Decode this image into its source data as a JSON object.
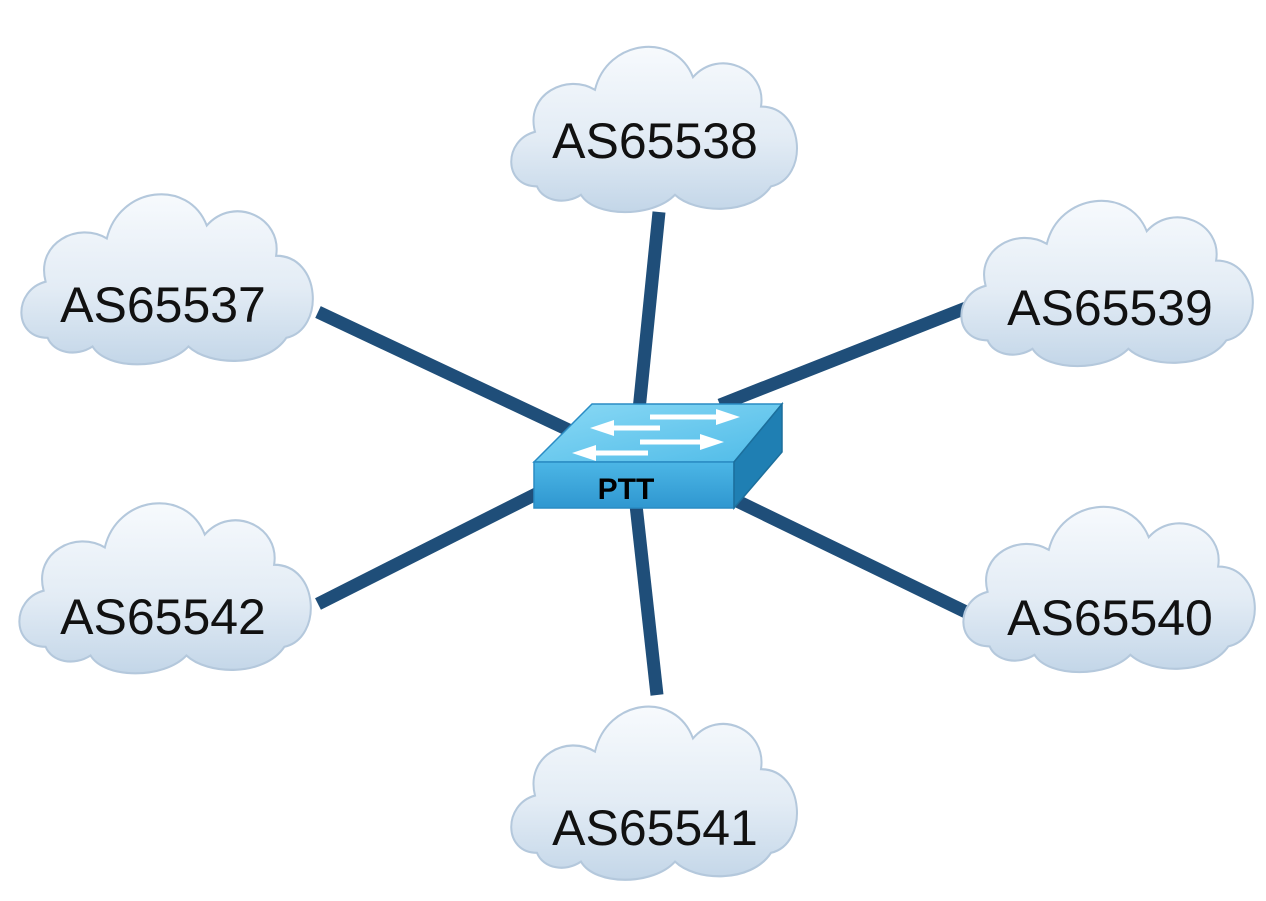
{
  "diagram": {
    "hub": {
      "label": "PTT",
      "icon": "network-switch-icon"
    },
    "nodes": [
      {
        "id": "as65537",
        "label": "AS65537",
        "icon": "cloud-icon"
      },
      {
        "id": "as65538",
        "label": "AS65538",
        "icon": "cloud-icon"
      },
      {
        "id": "as65539",
        "label": "AS65539",
        "icon": "cloud-icon"
      },
      {
        "id": "as65540",
        "label": "AS65540",
        "icon": "cloud-icon"
      },
      {
        "id": "as65541",
        "label": "AS65541",
        "icon": "cloud-icon"
      },
      {
        "id": "as65542",
        "label": "AS65542",
        "icon": "cloud-icon"
      }
    ],
    "links": [
      {
        "from": "as65537",
        "to": "hub"
      },
      {
        "from": "as65538",
        "to": "hub"
      },
      {
        "from": "as65539",
        "to": "hub"
      },
      {
        "from": "as65540",
        "to": "hub"
      },
      {
        "from": "as65541",
        "to": "hub"
      },
      {
        "from": "as65542",
        "to": "hub"
      }
    ],
    "colors": {
      "link": "#1f4e79",
      "cloud_fill_top": "#f7fafd",
      "cloud_fill_bottom": "#c3d6e8",
      "cloud_stroke": "#b4c8dc",
      "switch_top": "#6fcdef",
      "switch_front": "#3aa6dd",
      "switch_side": "#1f7fb3",
      "label_text": "#111111"
    }
  }
}
